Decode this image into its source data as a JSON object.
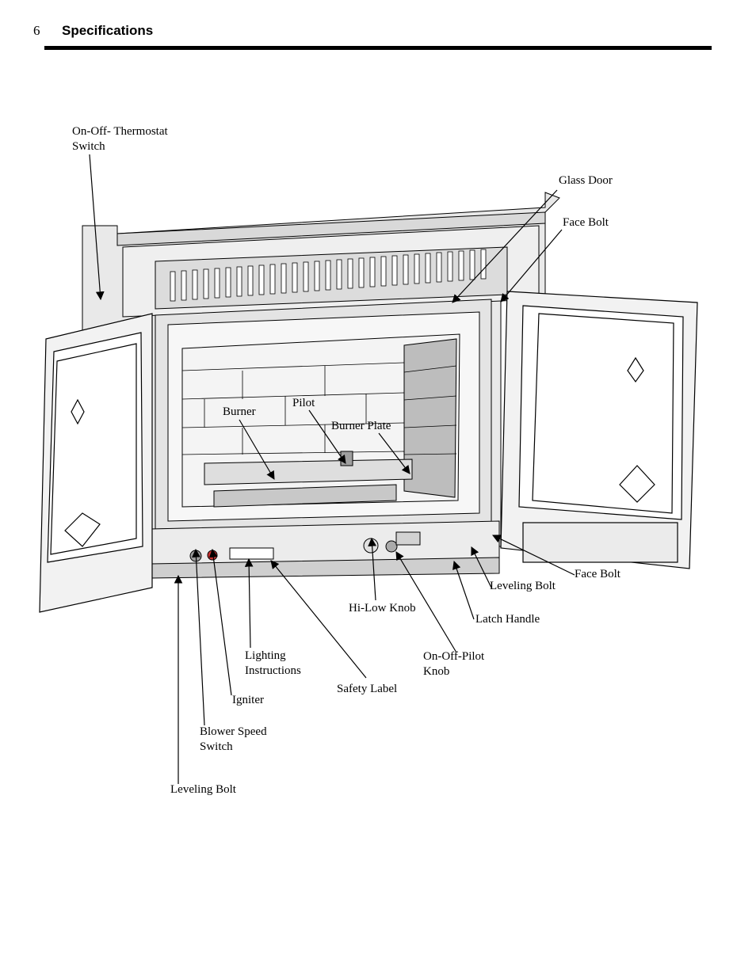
{
  "header": {
    "page_number": "6",
    "section_title": "Specifications"
  },
  "callouts": {
    "thermostat_switch": "On-Off- Thermostat\nSwitch",
    "glass_door": "Glass Door",
    "face_bolt_top": "Face Bolt",
    "burner": "Burner",
    "pilot": "Pilot",
    "burner_plate": "Burner Plate",
    "face_bolt_right": "Face Bolt",
    "leveling_bolt_right": "Leveling Bolt",
    "hi_low_knob": "Hi-Low Knob",
    "latch_handle": "Latch Handle",
    "lighting_instructions": "Lighting\nInstructions",
    "on_off_pilot_knob": "On-Off-Pilot\nKnob",
    "safety_label": "Safety Label",
    "igniter": "Igniter",
    "blower_speed_switch": "Blower Speed\nSwitch",
    "leveling_bolt_left": "Leveling Bolt"
  },
  "colors": {
    "line": "#000000",
    "panel_light": "#ececec",
    "panel_mid": "#d6d6d6",
    "panel_dark": "#a9a9a9",
    "brick": "#f4f4f4"
  }
}
